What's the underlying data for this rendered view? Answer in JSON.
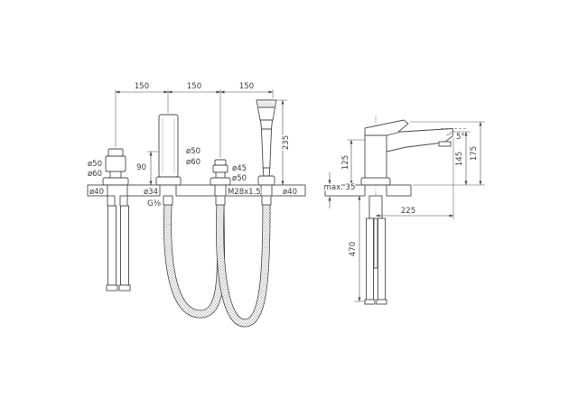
{
  "drawing": {
    "front_view": {
      "dim_spacing_1": "150",
      "dim_spacing_2": "150",
      "dim_spacing_3": "150",
      "handle_dia_top": "ø50",
      "handle_dia_base": "ø60",
      "spout_height": "90",
      "spout_dia_top": "ø50",
      "spout_dia_base": "ø60",
      "hole_dia": "ø34",
      "spout_thread": "G⅜",
      "diverter_dia_top": "ø45",
      "diverter_dia_base": "ø50",
      "diverter_thread": "M28x1.5",
      "hose_dia_left": "ø40",
      "hose_dia_right": "ø40",
      "handshower_height": "235"
    },
    "side_view": {
      "total_height": "175",
      "spout_height": "145",
      "body_height": "125",
      "deck_thickness": "max. 35",
      "spout_reach": "225",
      "hose_length": "470",
      "spout_angle": "5°"
    }
  }
}
